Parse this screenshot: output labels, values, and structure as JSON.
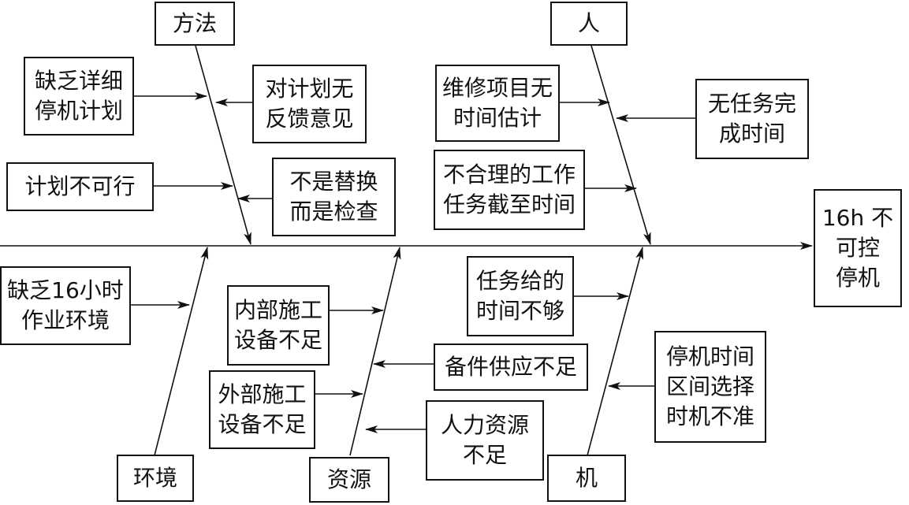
{
  "effect": "16h 不\n可控\n停机",
  "categories": {
    "method": "方法",
    "people": "人",
    "environment": "环境",
    "resources": "资源",
    "machine": "机"
  },
  "causes": {
    "method_1": "缺乏详细\n停机计划",
    "method_2": "对计划无\n反馈意见",
    "method_3": "计划不可行",
    "method_4": "不是替换\n而是检查",
    "people_1": "维修项目无\n时间估计",
    "people_2": "无任务完\n成时间",
    "people_3": "不合理的工作\n任务截至时间",
    "environment_1": "缺乏16小时\n作业环境",
    "resources_1": "内部施工\n设备不足",
    "resources_2": "外部施工\n设备不足",
    "resources_3": "备件供应不足",
    "resources_4": "人力资源\n不足",
    "machine_1": "任务给的\n时间不够",
    "machine_2": "停机时间\n区间选择\n时机不准"
  },
  "colors": {
    "line": "#111111",
    "background": "#ffffff"
  }
}
